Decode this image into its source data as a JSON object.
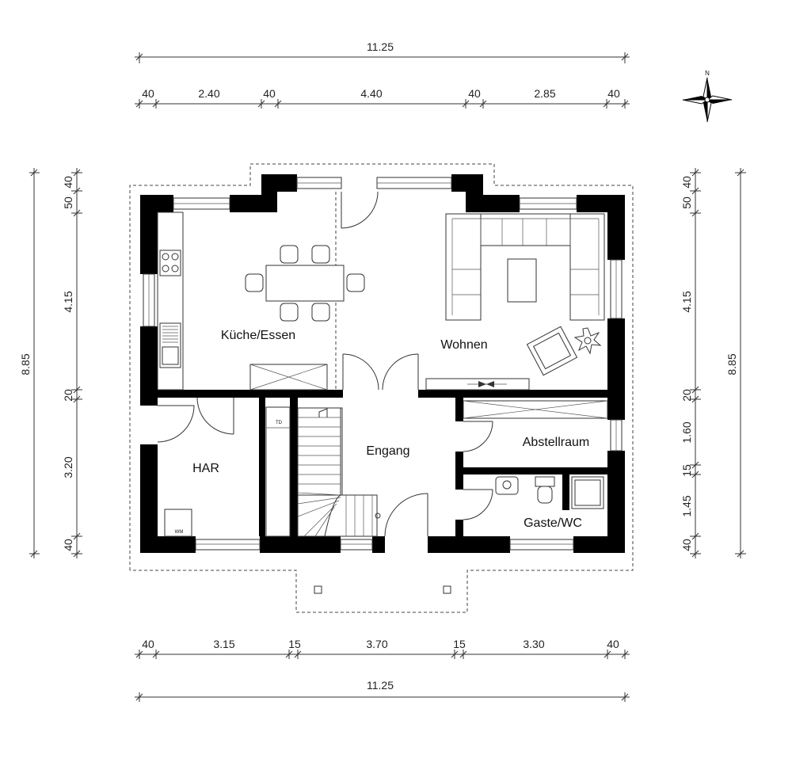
{
  "compass": {
    "north_label": "N"
  },
  "rooms": {
    "kueche": "Küche/Essen",
    "wohnen": "Wohnen",
    "har": "HAR",
    "engang": "Engang",
    "abstellraum": "Abstellraum",
    "gaeste_wc": "Gaste/WC"
  },
  "labels": {
    "dryer": "TD",
    "washer": "WM"
  },
  "dims_top": {
    "total": "11.25",
    "segments": [
      "40",
      "2.40",
      "40",
      "4.40",
      "40",
      "2.85",
      "40"
    ]
  },
  "dims_bottom": {
    "total": "11.25",
    "segments": [
      "40",
      "3.15",
      "15",
      "3.70",
      "15",
      "3.30",
      "40"
    ]
  },
  "dims_left": {
    "total": "8.85",
    "segments": [
      "40",
      "50",
      "4.15",
      "20",
      "3.20",
      "40"
    ]
  },
  "dims_right": {
    "total": "8.85",
    "segments": [
      "40",
      "50",
      "4.15",
      "20",
      "1.60",
      "15",
      "1.45",
      "40"
    ]
  }
}
